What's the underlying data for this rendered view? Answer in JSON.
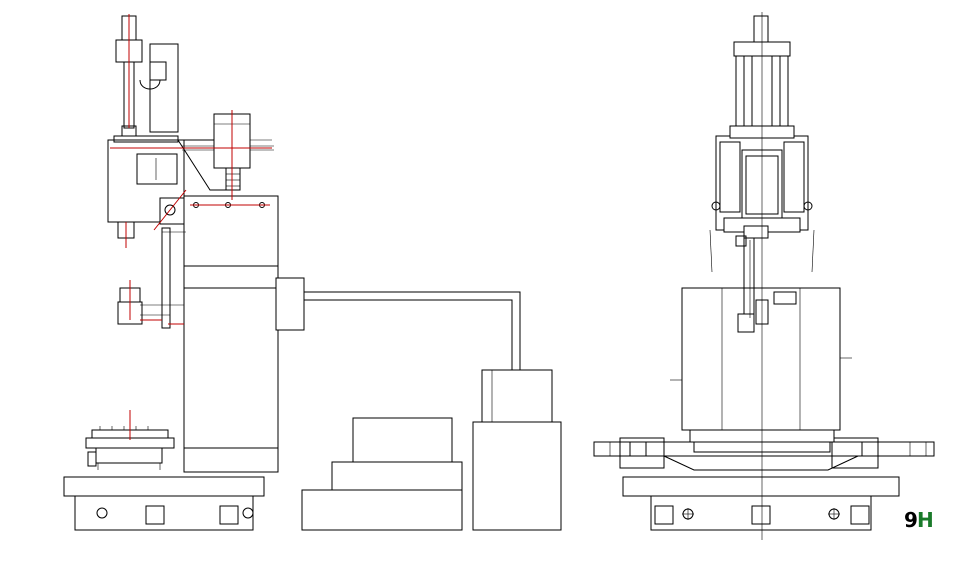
{
  "drawing": {
    "views": [
      "side-view",
      "front-view"
    ],
    "logo": {
      "text": "9H",
      "colors": [
        "#000000",
        "#1a7a2a"
      ]
    }
  },
  "colors": {
    "line": "#000000",
    "centerline": "#c00000",
    "background": "#ffffff"
  }
}
